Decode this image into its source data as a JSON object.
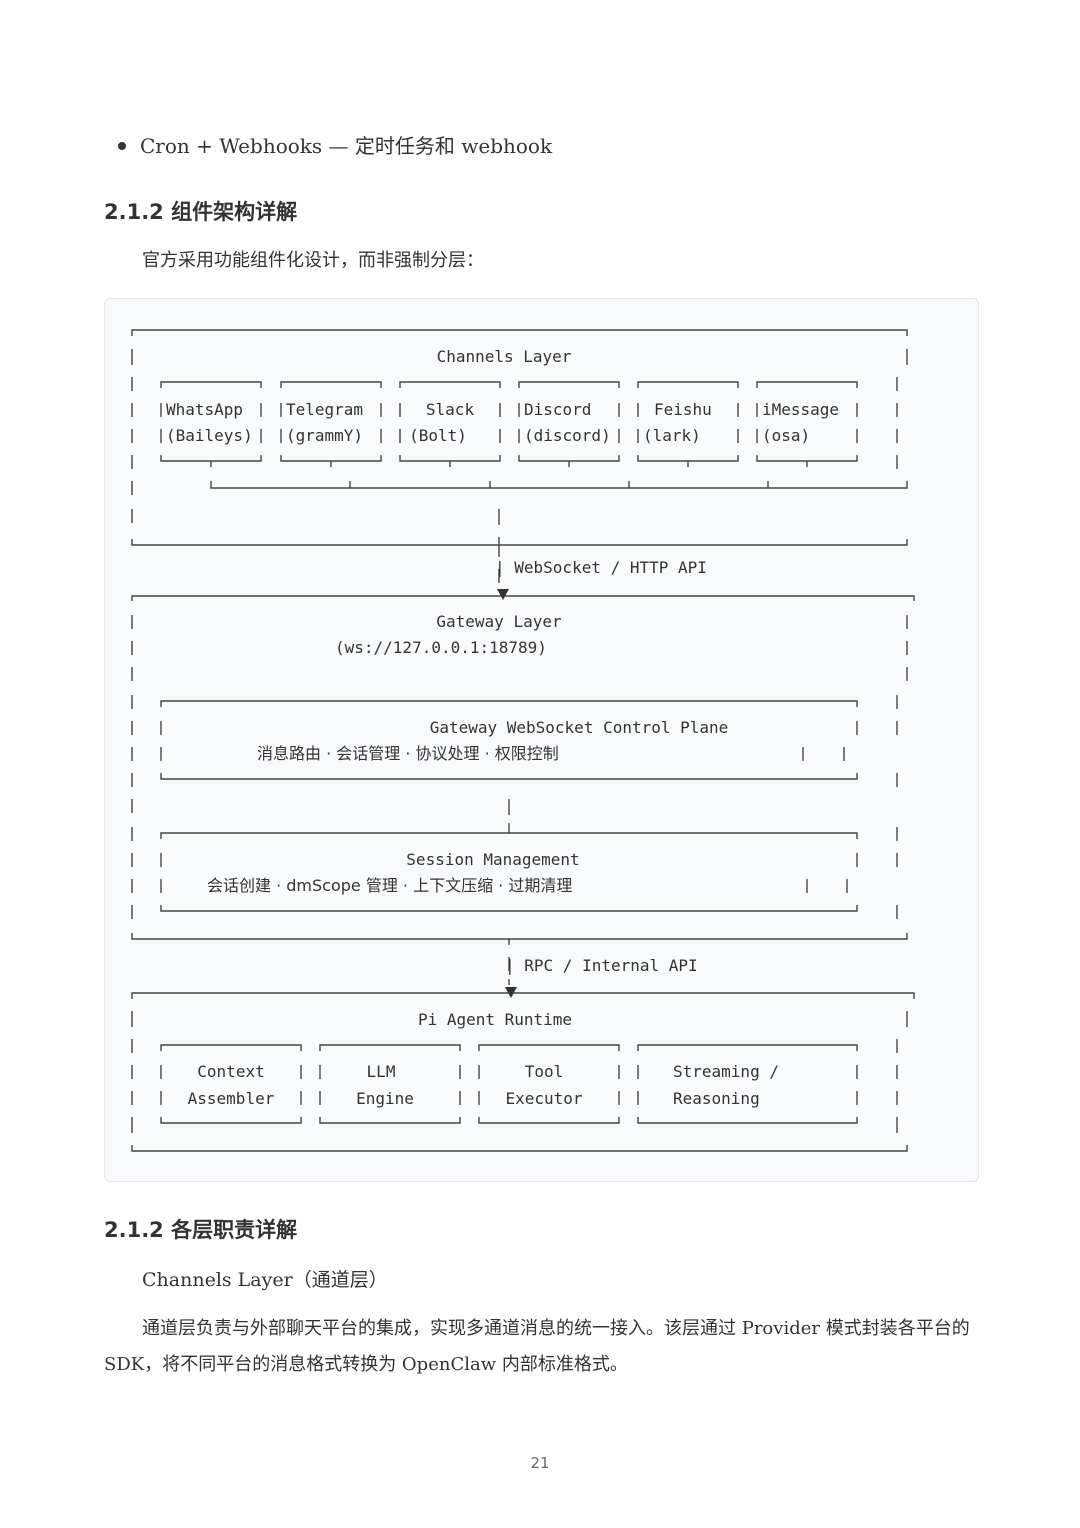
{
  "bullet": "Cron + Webhooks — 定时任务和 webhook",
  "heading1": "2.1.2 组件架构详解",
  "intro": "官方采用功能组件化设计，而非强制分层：",
  "diagram": {
    "channels_title": "Channels Layer",
    "channels": [
      {
        "l1": "WhatsApp",
        "l2": "(Baileys)"
      },
      {
        "l1": "Telegram",
        "l2": "(grammY)"
      },
      {
        "l1": "Slack",
        "l2": "(Bolt)"
      },
      {
        "l1": "Discord",
        "l2": "(discord)"
      },
      {
        "l1": "Feishu",
        "l2": "(lark)"
      },
      {
        "l1": "iMessage",
        "l2": "(osa)"
      }
    ],
    "link1": "| WebSocket / HTTP API",
    "gateway_title": "Gateway Layer",
    "gateway_addr": "(ws://127.0.0.1:18789)",
    "control_title": "Gateway WebSocket Control Plane",
    "control_desc": "消息路由 · 会话管理 · 协议处理 · 权限控制",
    "session_title": "Session Management",
    "session_desc": "会话创建 · dmScope 管理 · 上下文压缩 · 过期清理",
    "link2": "| RPC / Internal API",
    "runtime_title": "Pi Agent Runtime",
    "runtime": [
      {
        "l1": "Context",
        "l2": "Assembler"
      },
      {
        "l1": "LLM",
        "l2": "Engine"
      },
      {
        "l1": "Tool",
        "l2": "Executor"
      },
      {
        "l1": "Streaming /",
        "l2": "Reasoning"
      }
    ]
  },
  "heading2": "2.1.2 各层职责详解",
  "sub_heading": "Channels Layer（通道层）",
  "body": "通道层负责与外部聊天平台的集成，实现多通道消息的统一接入。该层通过 Provider 模式封装各平台的 SDK，将不同平台的消息格式转换为 OpenClaw 内部标准格式。",
  "page_number": "21"
}
